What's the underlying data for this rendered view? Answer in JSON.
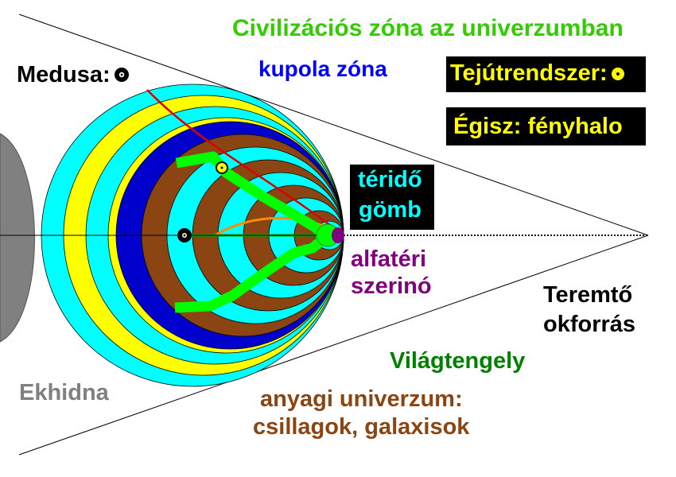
{
  "colors": {
    "cyan": "#00ffff",
    "yellow": "#ffff00",
    "brown": "#8b4513",
    "blue": "#0000cc",
    "green": "#00ff00",
    "grey": "#808080",
    "red": "#dd0000",
    "orange": "#ff8c00",
    "purple": "#800080",
    "dark_green": "#008000",
    "label_blue": "#0000ff",
    "label_brown": "#8b4513"
  },
  "labels": {
    "title": "Civilizációs zóna az univerzumban",
    "dome_zone": "kupola zóna",
    "medusa": "Medusa:",
    "milky_way": "Tejútrendszer:",
    "whole": "Égisz: fényhalo",
    "spacetime_line1": "téridő",
    "spacetime_line2": "gömb",
    "alpha_line1": "alfatéri",
    "alpha_line2": "szerinó",
    "creator_line1": "Teremtő",
    "creator_line2": "okforrás",
    "world_axis": "Világtengely",
    "material_line1": "anyagi univerzum:",
    "material_line2": "csillagok, galaxisok",
    "echidna": "Ekhidna"
  }
}
